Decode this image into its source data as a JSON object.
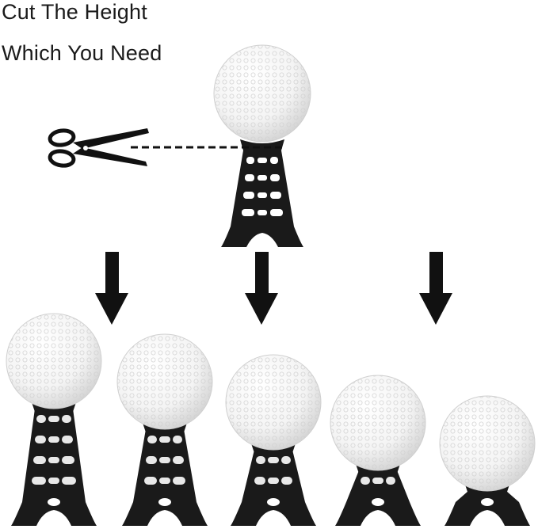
{
  "caption": {
    "line1": "Cut The Height",
    "line2": "Which You Need"
  },
  "colors": {
    "tee": "#1a1a1a",
    "ball": "#ffffff",
    "dimple": "#c9c9c9",
    "arrow": "#111111",
    "cut_line": "#111111"
  },
  "icons": {
    "scissors": "scissors-icon",
    "arrow": "down-arrow-icon"
  },
  "tees": {
    "example": {
      "rings": 4
    },
    "products": [
      {
        "rings": 4
      },
      {
        "rings": 3
      },
      {
        "rings": 2
      },
      {
        "rings": 1
      },
      {
        "rings": 0
      }
    ]
  }
}
